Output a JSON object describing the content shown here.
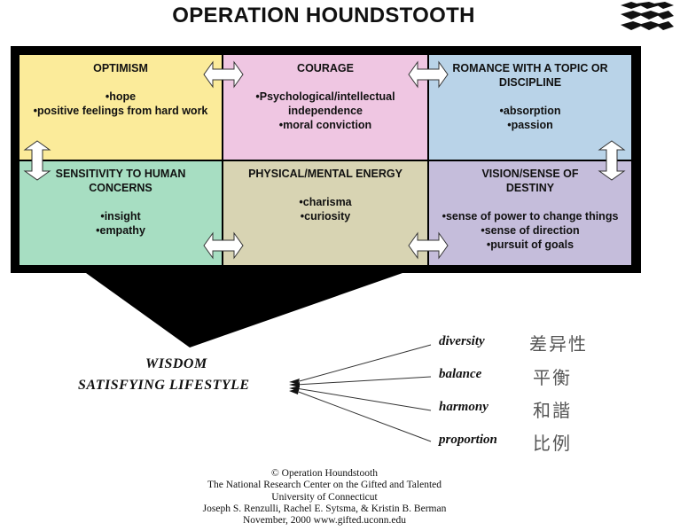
{
  "title": "OPERATION HOUNDSTOOTH",
  "cells": {
    "optimism": {
      "heading": "OPTIMISM",
      "items": [
        "•hope",
        "•positive feelings from hard work"
      ]
    },
    "courage": {
      "heading": "COURAGE",
      "items": [
        "•Psychological/intellectual",
        "independence",
        "•moral conviction"
      ]
    },
    "romance": {
      "heading_lines": [
        "ROMANCE WITH A TOPIC OR",
        "DISCIPLINE"
      ],
      "items": [
        "•absorption",
        "•passion"
      ]
    },
    "sensitivity": {
      "heading_lines": [
        "SENSITIVITY TO HUMAN",
        "CONCERNS"
      ],
      "items": [
        "•insight",
        "•empathy"
      ]
    },
    "energy": {
      "heading": "PHYSICAL/MENTAL ENERGY",
      "items": [
        "•charisma",
        "•curiosity"
      ]
    },
    "vision": {
      "heading_lines": [
        "VISION/SENSE OF",
        "DESTINY"
      ],
      "items": [
        "•sense of power to change things",
        "•sense of direction",
        "•pursuit of goals"
      ]
    }
  },
  "outcome": {
    "line1": "WISDOM",
    "line2": "SATISFYING  LIFESTYLE"
  },
  "qualities": [
    {
      "word": "diversity",
      "chinese": "差异性"
    },
    {
      "word": "balance",
      "chinese": "平衡"
    },
    {
      "word": "harmony",
      "chinese": "和諧"
    },
    {
      "word": "proportion",
      "chinese": "比例"
    }
  ],
  "footer": {
    "lines": [
      "© Operation Houndstooth",
      "The National Research Center on the Gifted and Talented",
      "University of Connecticut",
      "Joseph S. Renzulli, Rachel E. Sytsma, & Kristin B. Berman",
      "November, 2000   www.gifted.uconn.edu"
    ]
  },
  "colors": {
    "optimism": "#fbeb9a",
    "courage": "#efc6e2",
    "romance": "#b9d3e8",
    "sensitivity": "#a7dec2",
    "energy": "#d8d4b3",
    "vision": "#c5bddb",
    "frame": "#000000"
  },
  "icons": [
    "houndstooth-logo-icon",
    "double-arrow-icon",
    "funnel-arrow-icon"
  ]
}
